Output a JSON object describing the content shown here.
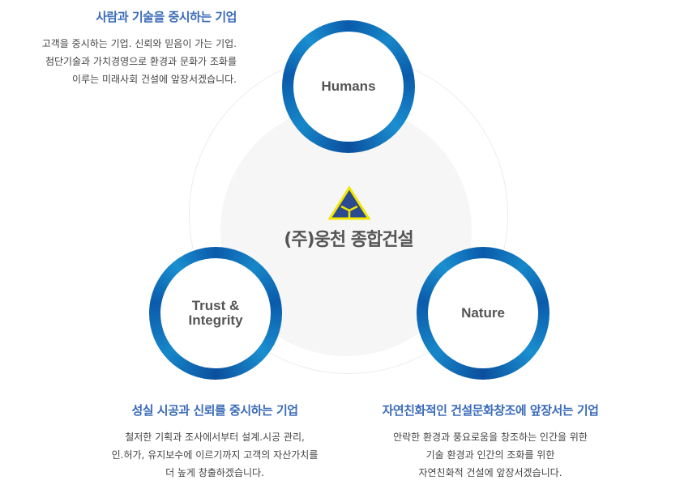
{
  "company_name": "(주)웅천 종합건설",
  "values": [
    {
      "label": "Humans",
      "title": "사람과 기술을 중시하는 기업",
      "lines": [
        "고객을 중시하는 기업. 신뢰와 믿음이 가는 기업.",
        "첨단기술과 가치경영으로 환경과 문화가 조화를",
        "이루는 미래사회 건설에 앞장서겠습니다."
      ]
    },
    {
      "label": "Trust &\nIntegrity",
      "title": "성실 시공과 신뢰를 중시하는 기업",
      "lines": [
        "철저한 기획과 조사에서부터 설계.시공 관리,",
        "인.허가, 유지보수에 이르기까지 고객의 자산가치를",
        "더 높게 창출하겠습니다."
      ]
    },
    {
      "label": "Nature",
      "title": "자연친화적인 건설문화창조에 앞장서는 기업",
      "lines": [
        "안락한 환경과 풍요로움을 창조하는 인간을 위한",
        "기술 환경과 인간의 조화를 위한",
        "자연친화적 건설에 앞장서겠습니다."
      ]
    }
  ],
  "colors": {
    "accent": "#3a6bb8",
    "ring": "#0a5bab",
    "logo_fill": "#2c4a8e",
    "logo_border": "#f2e600"
  }
}
